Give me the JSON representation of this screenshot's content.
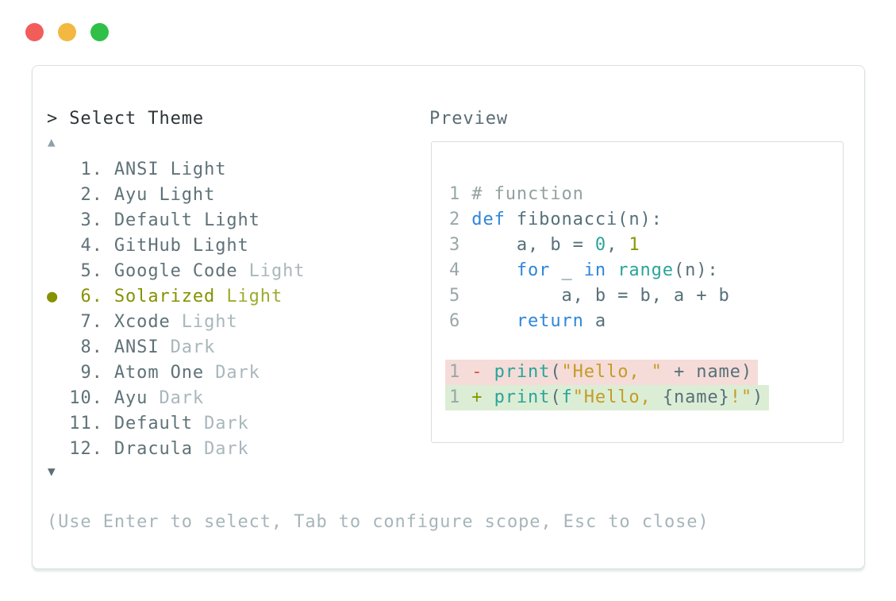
{
  "window_controls": {
    "close_color": "#f15d5b",
    "minimize_color": "#f3b841",
    "zoom_color": "#30c048"
  },
  "dialog": {
    "title": "> Select Theme",
    "help": "(Use Enter to select, Tab to configure scope, Esc to close)",
    "title_color": "#2d3438",
    "help_color": "#a7b5ba"
  },
  "list": {
    "scroll_up_glyph": "▲",
    "scroll_down_glyph": "▼",
    "colors": {
      "normal": "#5f7278",
      "dim": "#a9b7bc",
      "selected": "#869200",
      "selected_suffix": "#9cab2c",
      "bullet": "#869200"
    },
    "items": [
      {
        "number": 1,
        "name": "ANSI",
        "suffix": "Light",
        "suffix_dim": false,
        "selected": false
      },
      {
        "number": 2,
        "name": "Ayu",
        "suffix": "Light",
        "suffix_dim": false,
        "selected": false
      },
      {
        "number": 3,
        "name": "Default",
        "suffix": "Light",
        "suffix_dim": false,
        "selected": false
      },
      {
        "number": 4,
        "name": "GitHub",
        "suffix": "Light",
        "suffix_dim": false,
        "selected": false
      },
      {
        "number": 5,
        "name": "Google Code",
        "suffix": "Light",
        "suffix_dim": true,
        "selected": false
      },
      {
        "number": 6,
        "name": "Solarized",
        "suffix": "Light",
        "suffix_dim": false,
        "selected": true
      },
      {
        "number": 7,
        "name": "Xcode",
        "suffix": "Light",
        "suffix_dim": true,
        "selected": false
      },
      {
        "number": 8,
        "name": "ANSI",
        "suffix": "Dark",
        "suffix_dim": true,
        "selected": false
      },
      {
        "number": 9,
        "name": "Atom One",
        "suffix": "Dark",
        "suffix_dim": true,
        "selected": false
      },
      {
        "number": 10,
        "name": "Ayu",
        "suffix": "Dark",
        "suffix_dim": true,
        "selected": false
      },
      {
        "number": 11,
        "name": "Default",
        "suffix": "Dark",
        "suffix_dim": true,
        "selected": false
      },
      {
        "number": 12,
        "name": "Dracula",
        "suffix": "Dark",
        "suffix_dim": true,
        "selected": false
      }
    ]
  },
  "preview": {
    "label": "Preview",
    "label_color": "#5a6c74",
    "palette": {
      "ln": "#9aa7a8",
      "comment": "#93a1a1",
      "kw": "#2f86da",
      "fg": "#57707a",
      "cyan": "#2aa49a",
      "green": "#859900",
      "red": "#e04f47",
      "str": "#c49c25",
      "removed_bg": "#f5dcd8",
      "added_bg": "#dcedd5"
    },
    "lines": [
      {
        "tokens": [
          [
            "1 ",
            "ln"
          ],
          [
            "# function",
            "comment"
          ]
        ]
      },
      {
        "tokens": [
          [
            "2 ",
            "ln"
          ],
          [
            "def",
            "kw"
          ],
          [
            " fibonacci(n):",
            "fg"
          ]
        ]
      },
      {
        "tokens": [
          [
            "3 ",
            "ln"
          ],
          [
            "    a, b = ",
            "fg"
          ],
          [
            "0",
            "cyan"
          ],
          [
            ", ",
            "fg"
          ],
          [
            "1",
            "green"
          ]
        ]
      },
      {
        "tokens": [
          [
            "4 ",
            "ln"
          ],
          [
            "    ",
            "fg"
          ],
          [
            "for",
            "kw"
          ],
          [
            " _ ",
            "fg"
          ],
          [
            "in",
            "kw"
          ],
          [
            " ",
            "fg"
          ],
          [
            "range",
            "cyan"
          ],
          [
            "(n):",
            "fg"
          ]
        ]
      },
      {
        "tokens": [
          [
            "5 ",
            "ln"
          ],
          [
            "        a, b = b, a + b",
            "fg"
          ]
        ]
      },
      {
        "tokens": [
          [
            "6 ",
            "ln"
          ],
          [
            "    ",
            "fg"
          ],
          [
            "return",
            "kw"
          ],
          [
            " a",
            "fg"
          ]
        ]
      },
      {
        "tokens": []
      },
      {
        "bg": "removed_bg",
        "tokens": [
          [
            "1 ",
            "ln"
          ],
          [
            "- ",
            "red"
          ],
          [
            "print",
            "cyan"
          ],
          [
            "(",
            "fg"
          ],
          [
            "\"Hello, \"",
            "str"
          ],
          [
            " + name)",
            "fg"
          ]
        ]
      },
      {
        "bg": "added_bg",
        "tokens": [
          [
            "1 ",
            "ln"
          ],
          [
            "+ ",
            "green"
          ],
          [
            "print",
            "cyan"
          ],
          [
            "(",
            "fg"
          ],
          [
            "f",
            "cyan"
          ],
          [
            "\"Hello, ",
            "str"
          ],
          [
            "{name}",
            "fg"
          ],
          [
            "!\"",
            "str"
          ],
          [
            ")",
            "fg"
          ]
        ]
      }
    ]
  }
}
